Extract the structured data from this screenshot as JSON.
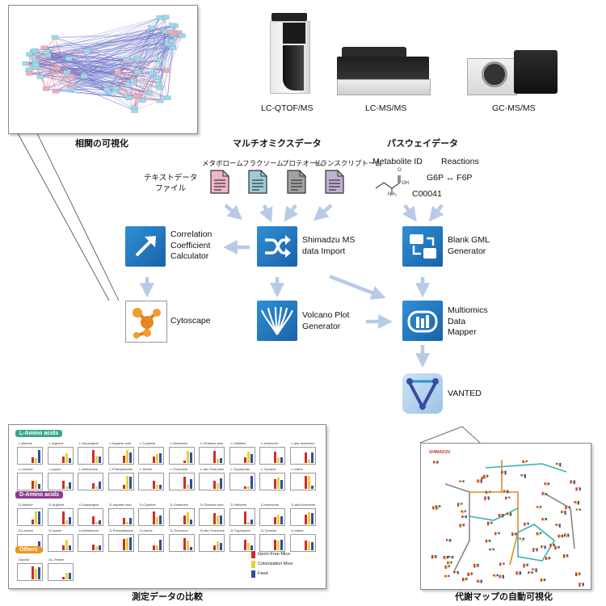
{
  "titles": {
    "correlation": "相関の可視化",
    "multiomics": "マルチオミクスデータ",
    "pathway": "パスウェイデータ",
    "measurement": "測定データの比較",
    "automap": "代謝マップの自動可視化"
  },
  "instruments": [
    {
      "label": "LC-QTOF/MS"
    },
    {
      "label": "LC-MS/MS"
    },
    {
      "label": "GC-MS/MS"
    }
  ],
  "data_files": {
    "text_file_label": "テキストデータ\nファイル",
    "types": [
      "メタボローム",
      "フラクソーム",
      "プロテオーム",
      "トランスクリプトーム"
    ],
    "colors": [
      "#e07a9a",
      "#4aa3b8",
      "#555555",
      "#8a6fb0"
    ]
  },
  "pathway_data": {
    "metabolite_id": "Metabolite ID",
    "reactions": "Reactions",
    "reaction_eq": "G6P ↔ F6P",
    "compound_id": "C00041",
    "structure_labels": [
      "O",
      "OH",
      "NH₂"
    ]
  },
  "tools": {
    "correlation": "Correlation\nCoefficient\nCalculator",
    "shimadzu": "Shimadzu MS\ndata Import",
    "blank_gml": "Blank GML\nGenerator",
    "cytoscape": "Cytoscape",
    "volcano": "Volcano Plot\nGenerator",
    "mapper": "Multiomics\nData\nMapper",
    "vanted": "VANTED"
  },
  "comparison_panel": {
    "groups": [
      {
        "name": "L-Amino acids",
        "color": "#3aa78c",
        "row1": [
          "L-Alanine",
          "L-Arginine",
          "L-Asparagine",
          "L-Aspartic acid",
          "L-Cysteine",
          "L-Glutamine",
          "L-Glutamic acid",
          "L-Histidine",
          "L-Isoleucine",
          "L-allo-Isoleucine"
        ],
        "row2": [
          "L-Leucine",
          "L-Lysine",
          "L-Methionine",
          "L-Phenylalanine",
          "L-Serine",
          "L-Threonine",
          "L-allo-Threonine",
          "L-Tryptophan",
          "L-Tyrosine",
          "L-Valine"
        ]
      },
      {
        "name": "D-Amino acids",
        "color": "#8e3a8e",
        "row1": [
          "D-Alanine",
          "D-Arginine",
          "D-Asparagine",
          "D-Aspartic acid",
          "D-Cysteine",
          "D-Glutamine",
          "D-Glutamic acid",
          "D-Histidine",
          "D-Isoleucine",
          "D-allo-Isoleucine"
        ],
        "row2": [
          "D-Leucine",
          "D-Lysine",
          "D-Methionine",
          "D-Phenylalanine",
          "D-Serine",
          "D-Threonine",
          "D-allo-Threonine",
          "D-Tryptophan",
          "D-Tyrosine",
          "D-Valine"
        ]
      },
      {
        "name": "Others",
        "color": "#f0961e",
        "row1": [
          "Glycine",
          "DL-Proline"
        ],
        "row2": []
      }
    ],
    "legend": [
      {
        "label": "Germ-Free Mice",
        "color": "#d42a2a"
      },
      {
        "label": "Colonization Mice",
        "color": "#e8d23a"
      },
      {
        "label": "Feed",
        "color": "#2f4ea0"
      }
    ]
  },
  "map_panel": {
    "brand": "SHIMADZU"
  }
}
